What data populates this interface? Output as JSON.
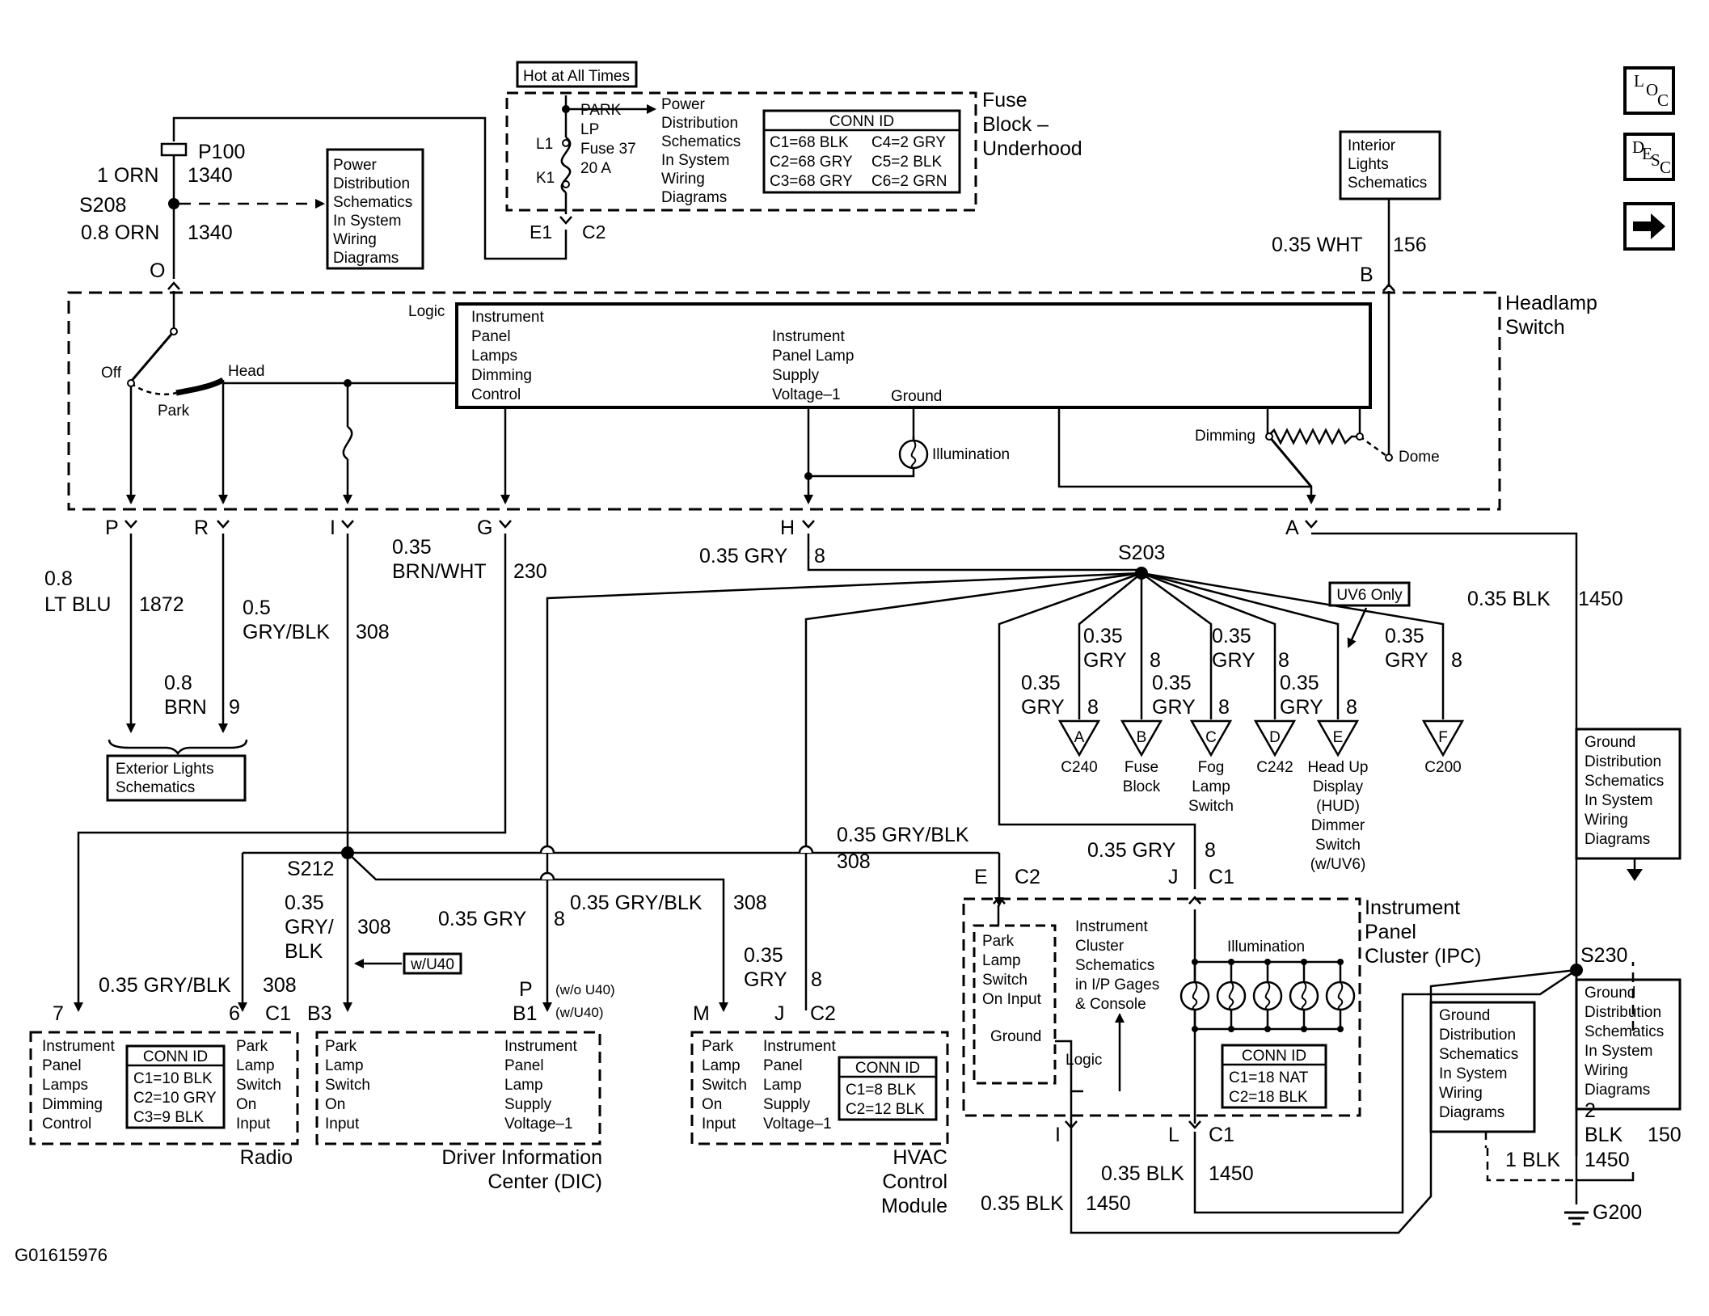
{
  "diagram_id": "G01615976",
  "nav": {
    "loc": {
      "l": "L",
      "o": "O",
      "c": "C"
    },
    "desc": {
      "d": "D",
      "e": "E",
      "s": "S",
      "c": "C"
    },
    "next_icon": "right-arrow-icon"
  },
  "fuse_block": {
    "hot_label": "Hot at All Times",
    "title": [
      "Fuse",
      "Block –",
      "Underhood"
    ],
    "fuse_lines": [
      "PARK",
      "LP",
      "Fuse 37",
      "20 A"
    ],
    "l1": "L1",
    "k1": "K1",
    "power_text": [
      "Power",
      "Distribution",
      "Schematics",
      "In System",
      "Wiring",
      "Diagrams"
    ],
    "conn_title": "CONN ID",
    "conn": [
      "C1=68 BLK",
      "C4=2 GRY",
      "C2=68 GRY",
      "C5=2 BLK",
      "C3=68 GRY",
      "C6=2 GRN"
    ],
    "e1": "E1",
    "c2": "C2"
  },
  "left_power": {
    "p100": "P100",
    "wire1": [
      "1 ORN",
      "1340"
    ],
    "s208": "S208",
    "wire2": [
      "0.8 ORN",
      "1340"
    ],
    "o": "O",
    "ref": [
      "Power",
      "Distribution",
      "Schematics",
      "In System",
      "Wiring",
      "Diagrams"
    ]
  },
  "interior": {
    "ref": [
      "Interior",
      "Lights",
      "Schematics"
    ],
    "wire": [
      "0.35 WHT",
      "156"
    ],
    "b": "B"
  },
  "headlamp": {
    "title": [
      "Headlamp",
      "Switch"
    ],
    "logic": "Logic",
    "off": "Off",
    "head": "Head",
    "park": "Park",
    "box_left": [
      "Instrument",
      "Panel",
      "Lamps",
      "Dimming",
      "Control"
    ],
    "box_right": [
      "Instrument",
      "Panel Lamp",
      "Supply",
      "Voltage–1"
    ],
    "ground": "Ground",
    "illumination": "Illumination",
    "dimming": "Dimming",
    "dome": "Dome",
    "pins": [
      "P",
      "R",
      "I",
      "G",
      "H",
      "A"
    ]
  },
  "wires_top": {
    "p_size": [
      "0.8",
      "LT BLU"
    ],
    "p_circuit": "1872",
    "r_size": [
      "0.5",
      "GRY/BLK"
    ],
    "r_circuit": "308",
    "brn_size": [
      "0.8",
      "BRN"
    ],
    "brn_circuit": "9",
    "g_size": [
      "0.35",
      "BRN/WHT"
    ],
    "g_circuit": "230",
    "h_size": "0.35 GRY",
    "h_circuit": "8",
    "a_size": "0.35 BLK",
    "a_circuit": "1450",
    "ext_ref": [
      "Exterior Lights",
      "Schematics"
    ]
  },
  "s203": {
    "label": "S203",
    "uv6_only": "UV6 Only",
    "wire_size_top": [
      "0.35",
      "GRY"
    ],
    "circuit": "8",
    "branches": [
      {
        "letter": "A",
        "name": [
          "C240"
        ]
      },
      {
        "letter": "B",
        "name": [
          "Fuse",
          "Block"
        ]
      },
      {
        "letter": "C",
        "name": [
          "Fog",
          "Lamp",
          "Switch"
        ]
      },
      {
        "letter": "D",
        "name": [
          "C242"
        ]
      },
      {
        "letter": "E",
        "name": [
          "Head Up",
          "Display",
          "(HUD)",
          "Dimmer",
          "Switch",
          "(w/UV6)"
        ]
      },
      {
        "letter": "F",
        "name": [
          "C200"
        ]
      }
    ]
  },
  "mid_wires": {
    "gryblk_top": "0.35 GRY/BLK",
    "gryblk_top_circuit": "308",
    "gry_ipc": "0.35 GRY",
    "gry_ipc_circuit": "8",
    "s212": "S212",
    "s212_wire": [
      "0.35",
      "GRY/",
      "BLK"
    ],
    "s212_circuit": "308",
    "dic_wire": "0.35 GRY",
    "dic_circuit": "8",
    "hvac_gryblk": "0.35 GRY/BLK",
    "hvac_gryblk_circuit": "308",
    "hvac_gry": [
      "0.35",
      "GRY"
    ],
    "hvac_gry_circuit": "8",
    "radio_wire": "0.35 GRY/BLK",
    "radio_circuit": "308",
    "wu40": "w/U40"
  },
  "radio": {
    "name": "Radio",
    "left": [
      "Instrument",
      "Panel",
      "Lamps",
      "Dimming",
      "Control"
    ],
    "right": [
      "Park",
      "Lamp",
      "Switch",
      "On",
      "Input"
    ],
    "conn_title": "CONN ID",
    "conn": [
      "C1=10 BLK",
      "C2=10 GRY",
      "C3=9 BLK"
    ],
    "pin7": "7",
    "pin6": "6",
    "c1": "C1"
  },
  "dic": {
    "name": [
      "Driver Information",
      "Center (DIC)"
    ],
    "left": [
      "Park",
      "Lamp",
      "Switch",
      "On",
      "Input"
    ],
    "right": [
      "Instrument",
      "Panel",
      "Lamp",
      "Supply",
      "Voltage–1"
    ],
    "b3": "B3",
    "p": "P",
    "b1": "B1",
    "wo_u40": "(w/o U40)",
    "w_u40": "(w/U40)"
  },
  "hvac": {
    "name": [
      "HVAC",
      "Control",
      "Module"
    ],
    "left": [
      "Park",
      "Lamp",
      "Switch",
      "On",
      "Input"
    ],
    "right": [
      "Instrument",
      "Panel",
      "Lamp",
      "Supply",
      "Voltage–1"
    ],
    "conn_title": "CONN ID",
    "conn": [
      "C1=8 BLK",
      "C2=12 BLK"
    ],
    "m": "M",
    "j": "J",
    "c2": "C2"
  },
  "ipc": {
    "name": [
      "Instrument",
      "Panel",
      "Cluster (IPC)"
    ],
    "park_input": [
      "Park",
      "Lamp",
      "Switch",
      "On Input"
    ],
    "ground": "Ground",
    "schem": [
      "Instrument",
      "Cluster",
      "Schematics",
      "in I/P Gages",
      "& Console"
    ],
    "logic": "Logic",
    "illumination": "Illumination",
    "conn_title": "CONN ID",
    "conn": [
      "C1=18 NAT",
      "C2=18 BLK"
    ],
    "e": "E",
    "c2": "C2",
    "j": "J",
    "c1": "C1",
    "i": "I",
    "l": "L",
    "c1b": "C1"
  },
  "ground": {
    "s230": "S230",
    "g200": "G200",
    "wire_l": "0.35 BLK",
    "wire_l_circuit": "1450",
    "wire_i": "0.35 BLK",
    "wire_i_circuit": "1450",
    "wire_2": [
      "2",
      "BLK"
    ],
    "wire_2_circuit": "150",
    "wire_2b": "1450",
    "wire_1": "1 BLK",
    "ref": [
      "Ground",
      "Distribution",
      "Schematics",
      "In System",
      "Wiring",
      "Diagrams"
    ]
  }
}
